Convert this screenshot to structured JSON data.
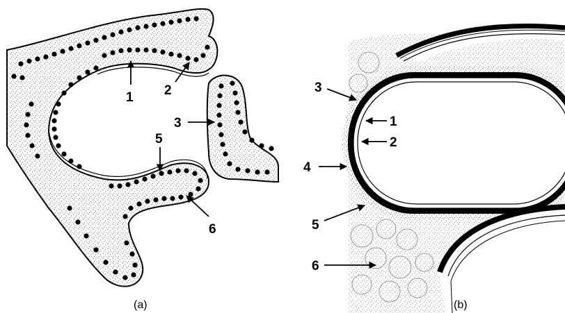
{
  "panels": [
    {
      "id": "a",
      "caption": "(a)",
      "labels": [
        "1",
        "2",
        "3",
        "5",
        "6"
      ]
    },
    {
      "id": "b",
      "caption": "(b)",
      "labels": [
        "3",
        "1",
        "2",
        "4",
        "5",
        "6"
      ]
    }
  ],
  "colors": {
    "ink": "#000000",
    "background": "#ffffff",
    "stipple": "#444444"
  }
}
